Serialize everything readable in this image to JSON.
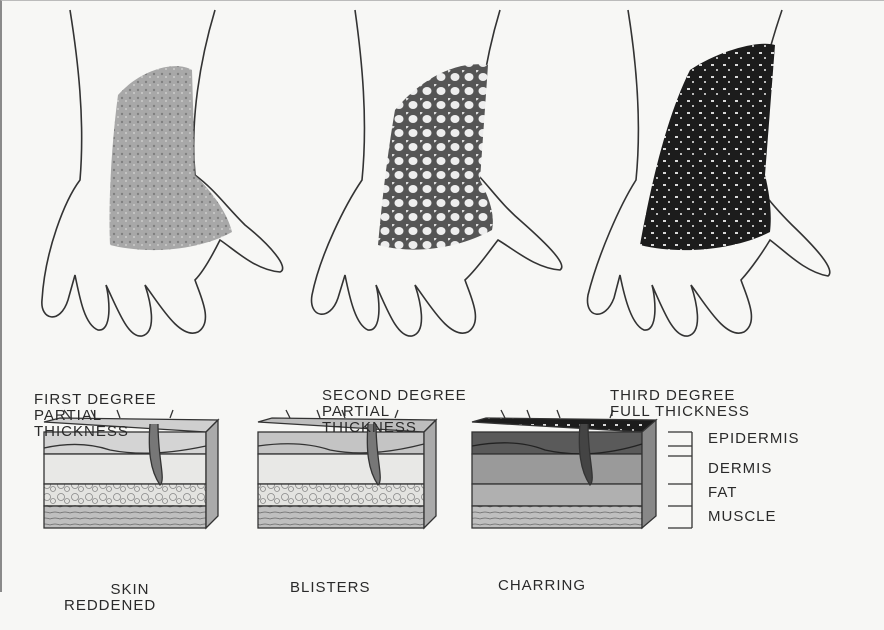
{
  "degrees": [
    {
      "line1": "FIRST DEGREE",
      "line2": "PARTIAL",
      "line3": "THICKNESS"
    },
    {
      "line1": "SECOND DEGREE",
      "line2": "PARTIAL",
      "line3": "THICKNESS"
    },
    {
      "line1": "THIRD DEGREE",
      "line2": "FULL THICKNESS",
      "line3": ""
    }
  ],
  "cross_sections": [
    {
      "line1": "SKIN",
      "line2": "REDDENED"
    },
    {
      "line1": "BLISTERS",
      "line2": ""
    },
    {
      "line1": "CHARRING",
      "line2": ""
    }
  ],
  "layers": [
    "EPIDERMIS",
    "DERMIS",
    "FAT",
    "MUSCLE"
  ],
  "colors": {
    "ink": "#2a2a2a",
    "paper": "#f7f7f5",
    "shade": "#7a7a7a",
    "char": "#1a1a1a"
  }
}
